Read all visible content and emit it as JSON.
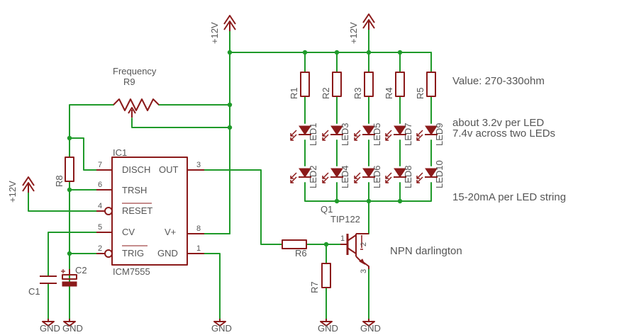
{
  "labels": {
    "v12_top_left": "+12V",
    "v12_top_right": "+12V",
    "v12_left": "+12V",
    "frequency": "Frequency",
    "r9": "R9",
    "ic1": "IC1",
    "r8": "R8",
    "pin_disch": "DISCH",
    "pin_trsh": "TRSH",
    "pin_reset": "RESET",
    "pin_cv": "CV",
    "pin_trig": "TRIG",
    "pin_out": "OUT",
    "pin_vplus": "V+",
    "pin_gnd": "GND",
    "ic_model": "ICM7555",
    "pn_7": "7",
    "pn_6": "6",
    "pn_4": "4",
    "pn_5": "5",
    "pn_2": "2",
    "pn_3": "3",
    "pn_8": "8",
    "pn_1": "1",
    "c1": "C1",
    "c2": "C2",
    "gnd_1": "GND",
    "gnd_2": "GND",
    "gnd_3": "GND",
    "gnd_4": "GND",
    "gnd_5": "GND",
    "r1": "R1",
    "r2": "R2",
    "r3": "R3",
    "r4": "R4",
    "r5": "R5",
    "led1": "LED1",
    "led2": "LED2",
    "led3": "LED3",
    "led4": "LED4",
    "led5": "LED5",
    "led6": "LED6",
    "led7": "LED7",
    "led8": "LED8",
    "led9": "LED9",
    "led10": "LED10",
    "r6": "R6",
    "r7": "R7",
    "q1": "Q1",
    "q1_model": "TIP122",
    "q1_pin1": "1",
    "q1_pin2": "2",
    "q1_pin3": "3"
  },
  "notes": {
    "value": "Value: 270-330ohm",
    "per_led": "about 3.2v per LED",
    "two_leds": "7.4v across two LEDs",
    "string_current": "15-20mA per LED string",
    "npn": "NPN darlington"
  },
  "colors": {
    "wire": "#1f9a2a",
    "symbol": "#8b1a1a",
    "text": "#555555"
  }
}
